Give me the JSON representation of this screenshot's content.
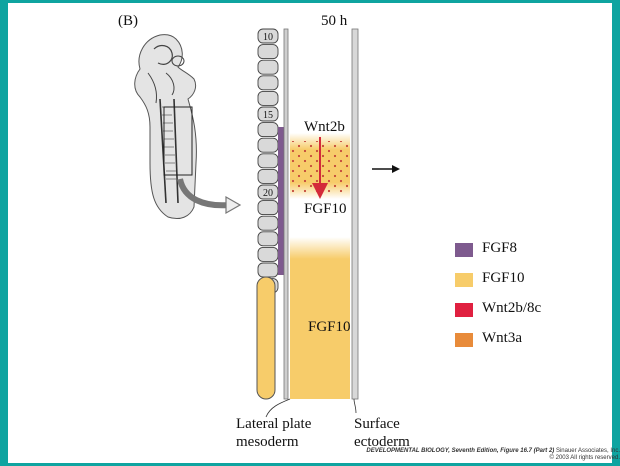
{
  "figure": {
    "panel_label": "(B)",
    "time_label": "50 h"
  },
  "somites": {
    "labels": [
      "10",
      "15",
      "20"
    ]
  },
  "gradient_labels": {
    "top_gene": "Wnt2b",
    "bottom_gene": "FGF10"
  },
  "region_labels": {
    "fgf10": "FGF10",
    "lateral_plate": [
      "Lateral plate",
      "mesoderm"
    ],
    "surface_ectoderm": [
      "Surface",
      "ectoderm"
    ]
  },
  "legend": [
    {
      "label": "FGF8",
      "color": "#7e5a8e"
    },
    {
      "label": "FGF10",
      "color": "#f7cc6a"
    },
    {
      "label": "Wnt2b/8c",
      "color": "#e02040"
    },
    {
      "label": "Wnt3a",
      "color": "#e88b3a"
    }
  ],
  "colors": {
    "frame": "#0ea4a0",
    "somite_fill": "#d9d9d9",
    "ectoderm_fill": "#cfcfcf",
    "arrow_red": "#d42a3a",
    "dot_color": "#c4473a"
  },
  "credit": {
    "line1": "DEVELOPMENTAL BIOLOGY, Seventh Edition, Figure 16.7 (Part 2)",
    "line1_suffix": "Sinauer Associates, Inc.",
    "line2": "© 2003 All rights reserved."
  }
}
